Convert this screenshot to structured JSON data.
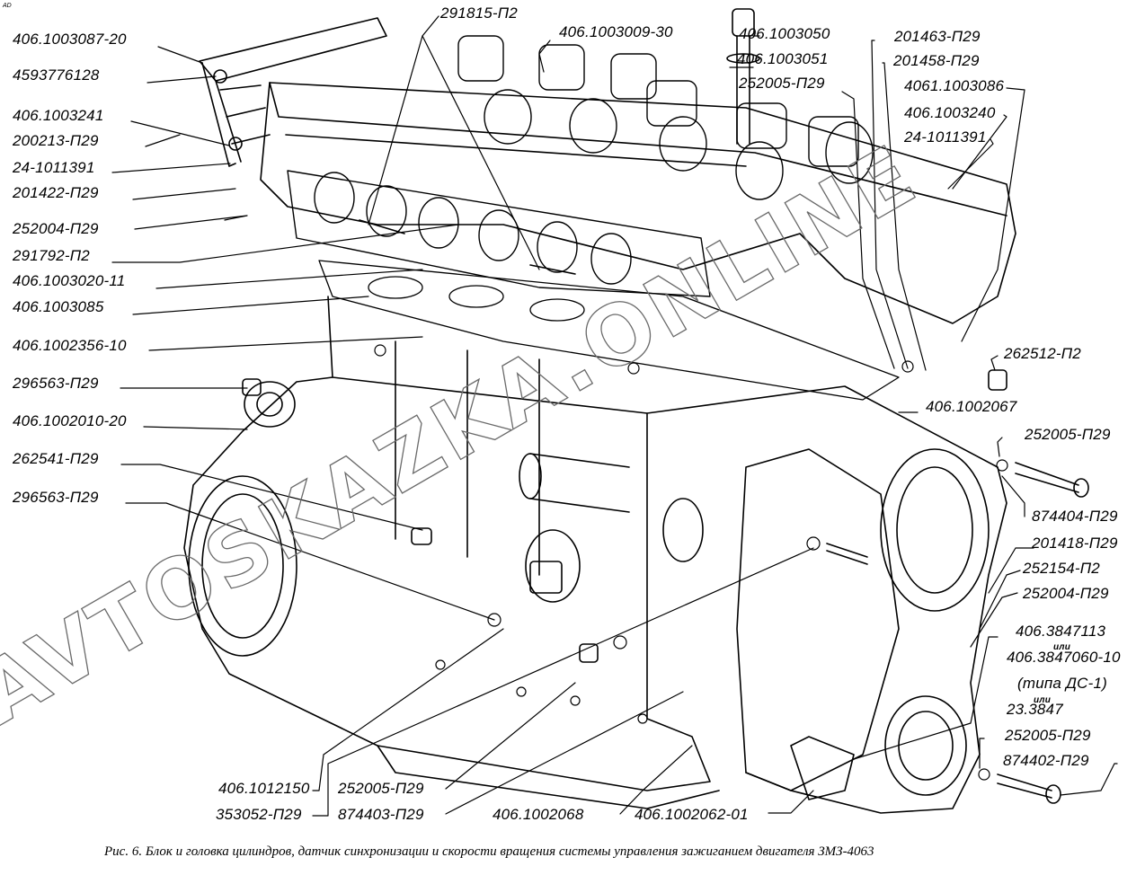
{
  "corner_mark": "AD",
  "caption": "Рис. 6. Блок и головка цилиндров, датчик синхронизации и скорости вращения системы управления зажиганием двигателя ЗМЗ-4063",
  "watermark": "AVTOSKAZKA.ONLINE",
  "labels": {
    "left": [
      "406.1003087-20",
      "4593776128",
      "406.1003241",
      "200213-П29",
      "24-1011391",
      "201422-П29",
      "252004-П29",
      "291792-П2",
      "406.1003020-11",
      "406.1003085",
      "406.1002356-10",
      "296563-П29",
      "406.1002010-20",
      "262541-П29",
      "296563-П29"
    ],
    "top": [
      "291815-П2",
      "406.1003009-30",
      "406.1003050",
      "406.1003051",
      "252005-П29",
      "201463-П29",
      "201458-П29",
      "4061.1003086",
      "406.1003240",
      "24-1011391"
    ],
    "right": [
      "262512-П2",
      "406.1002067",
      "252005-П29",
      "874404-П29",
      "201418-П29",
      "252154-П2",
      "252004-П29",
      "406.3847113",
      "или",
      "406.3847060-10",
      "(типа ДС-1)",
      "или",
      "23.3847",
      "252005-П29",
      "874402-П29"
    ],
    "bottom": [
      "406.1012150",
      "353052-П29",
      "252005-П29",
      "874403-П29",
      "406.1002068",
      "406.1002062-01"
    ]
  }
}
